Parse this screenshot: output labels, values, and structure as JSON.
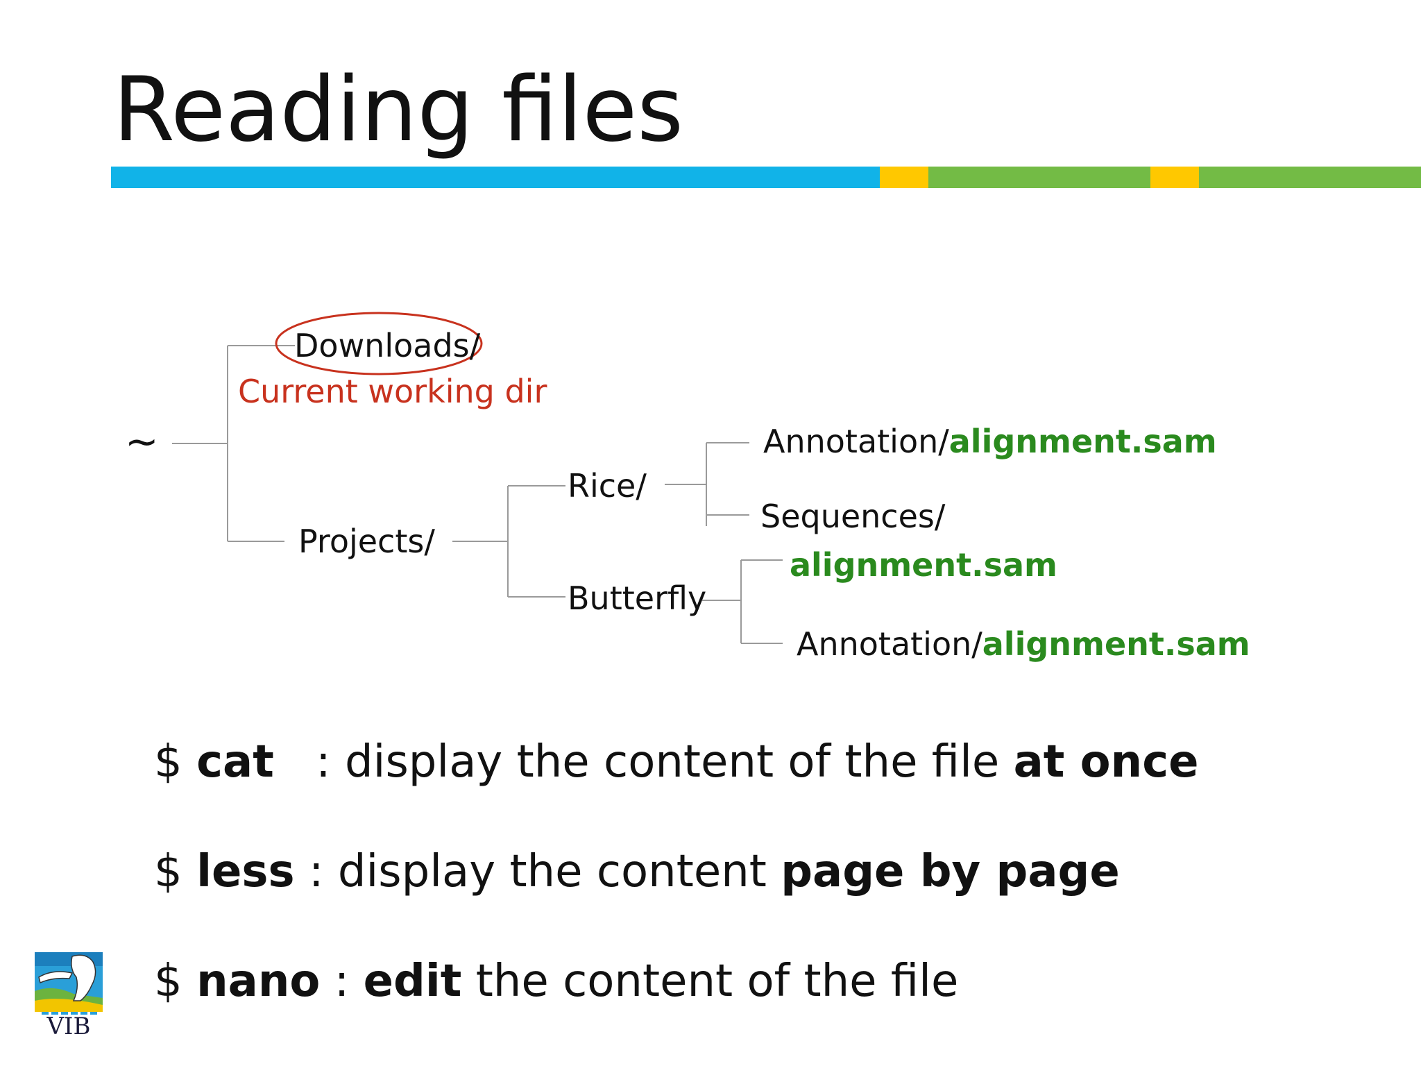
{
  "slide": {
    "title": "Reading files"
  },
  "colors": {
    "bar_blue": "#11b3e8",
    "bar_yellow": "#ffc800",
    "bar_green": "#73bb45",
    "highlight_red": "#c8321e",
    "file_green": "#2a8a1e"
  },
  "tree": {
    "root": "~",
    "downloads": "Downloads/",
    "current_dir_label": "Current working dir",
    "projects": "Projects/",
    "rice": "Rice/",
    "rice_annotation_dir": "Annotation/",
    "rice_annotation_file": "alignment.sam",
    "rice_sequences": "Sequences/",
    "butterfly": "Butterfly",
    "butterfly_file": "alignment.sam",
    "butterfly_annotation_dir": "Annotation/",
    "butterfly_annotation_file": "alignment.sam"
  },
  "commands": [
    {
      "prompt": "$",
      "name": "cat",
      "text": ": display the content of the file",
      "emphasis": "at once"
    },
    {
      "prompt": "$",
      "name": "less",
      "text": ": display the content",
      "emphasis": "page by page"
    },
    {
      "prompt": "$",
      "name": "nano",
      "sep": ":",
      "verb": "edit",
      "text": "the content of the file"
    }
  ],
  "logo": {
    "text": "VIB",
    "icon": "vib-logo-icon"
  }
}
